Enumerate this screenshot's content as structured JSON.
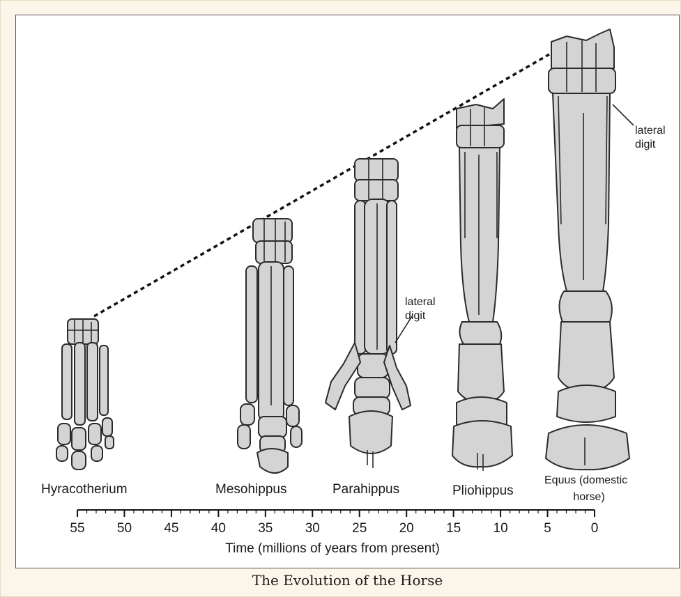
{
  "caption": "The Evolution of the Horse",
  "species": [
    {
      "name": "Hyracotherium"
    },
    {
      "name": "Mesohippus"
    },
    {
      "name": "Parahippus"
    },
    {
      "name": "Pliohippus"
    },
    {
      "name_line1": "Equus (domestic",
      "name_line2": "horse)"
    }
  ],
  "annotations": {
    "lateral_digit_1_line1": "lateral",
    "lateral_digit_1_line2": "digit",
    "lateral_digit_2_line1": "lateral",
    "lateral_digit_2_line2": "digit"
  },
  "timeline": {
    "ticks": [
      "55",
      "50",
      "45",
      "40",
      "35",
      "30",
      "25",
      "20",
      "15",
      "10",
      "5",
      "0"
    ],
    "label": "Time (millions of years from present)"
  }
}
